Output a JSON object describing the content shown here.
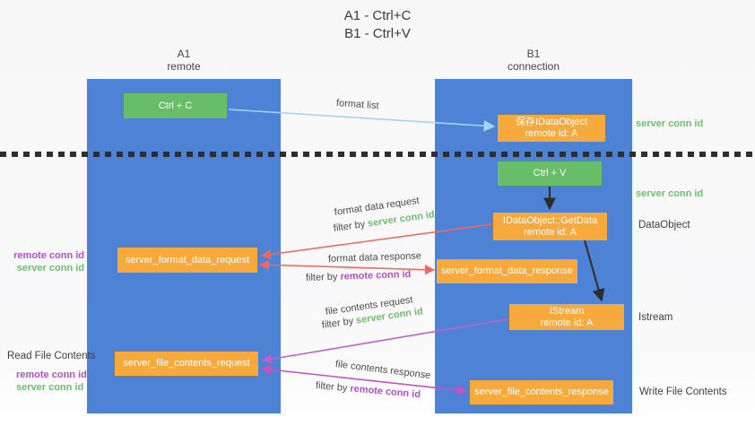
{
  "title": {
    "line1": "A1 - Ctrl+C",
    "line2": "B1 - Ctrl+V"
  },
  "columns": {
    "a1": {
      "name": "A1",
      "subtitle": "remote"
    },
    "b1": {
      "name": "B1",
      "subtitle": "connection"
    }
  },
  "nodes": {
    "ctrl_c": {
      "label": "Ctrl + C"
    },
    "save_idataobject": {
      "line1": "保存IDataObject",
      "line2": "remote id: A"
    },
    "ctrl_v": {
      "label": "Ctrl + V"
    },
    "getdata": {
      "line1": "IDataObject::GetData",
      "line2": "remote id: A"
    },
    "format_request": {
      "label": "server_format_data_request"
    },
    "format_response": {
      "label": "server_format_data_response"
    },
    "istream": {
      "line1": "IStream",
      "line2": "remote id: A"
    },
    "file_request": {
      "label": "server_file_contents_request"
    },
    "file_response": {
      "label": "server_file_contents_response"
    }
  },
  "flow_labels": {
    "format_list": "format list",
    "format_data_request": "format data request",
    "format_data_response": "format data response",
    "file_contents_request": "file contents request",
    "file_contents_response": "file contents response",
    "filter_by": "filter by ",
    "server_conn_id": "server conn id",
    "remote_conn_id": "remote conn id"
  },
  "side_labels": {
    "right_server_conn_id_top": "server conn id",
    "right_server_conn_id_mid": "server conn id",
    "dataobject": "DataObject",
    "istream": "Istream",
    "write_file_contents": "Write File Contents",
    "read_file_contents": "Read File Contents",
    "remote_conn_id": "remote conn id",
    "server_conn_id": "server conn id"
  },
  "colors": {
    "column_blue": "#4e82d4",
    "box_green": "#68bd68",
    "box_orange": "#f8a93c",
    "green_text": "#6cbf6c",
    "purple_text": "#b050c8",
    "arrow_light_blue": "#a6d3ee",
    "arrow_red": "#f0685f",
    "arrow_violet": "#c160ca",
    "arrow_magenta": "#cd4fbe",
    "arrow_black": "#2d2d2d"
  }
}
